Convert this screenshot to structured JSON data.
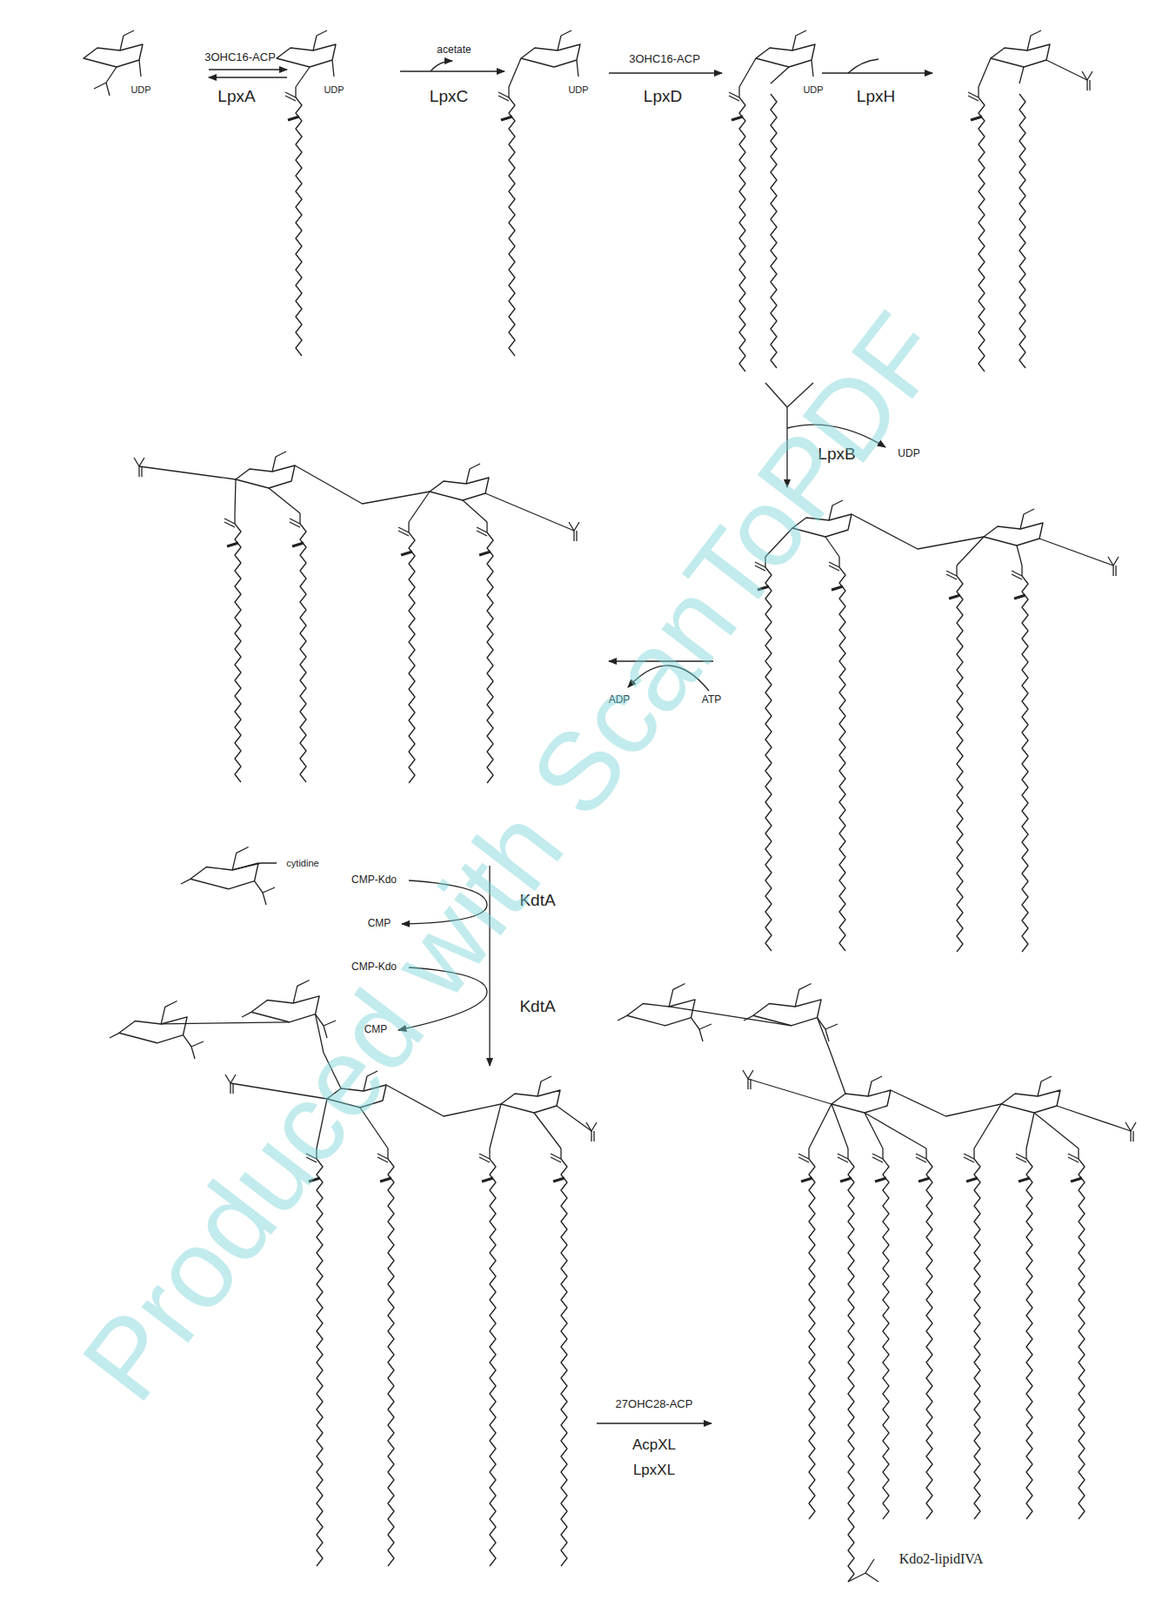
{
  "diagram": {
    "labels": [
      "3OHC16-ACP",
      "LpxA",
      "UDP",
      "acetate",
      "LpxC",
      "UDP",
      "3OHC16-ACP",
      "LpxD",
      "UDP",
      "UDP",
      "LpxH",
      "LpxB",
      "UDP",
      "ADP",
      "ATP",
      "cytidine",
      "CMP-Kdo",
      "KdtA",
      "CMP",
      "CMP-Kdo",
      "KdtA",
      "CMP",
      "27OHC28-ACP",
      "AcpXL",
      "LpxXL",
      "Kdo2-lipidIVA",
      "Produced with ScanToPDF"
    ]
  }
}
